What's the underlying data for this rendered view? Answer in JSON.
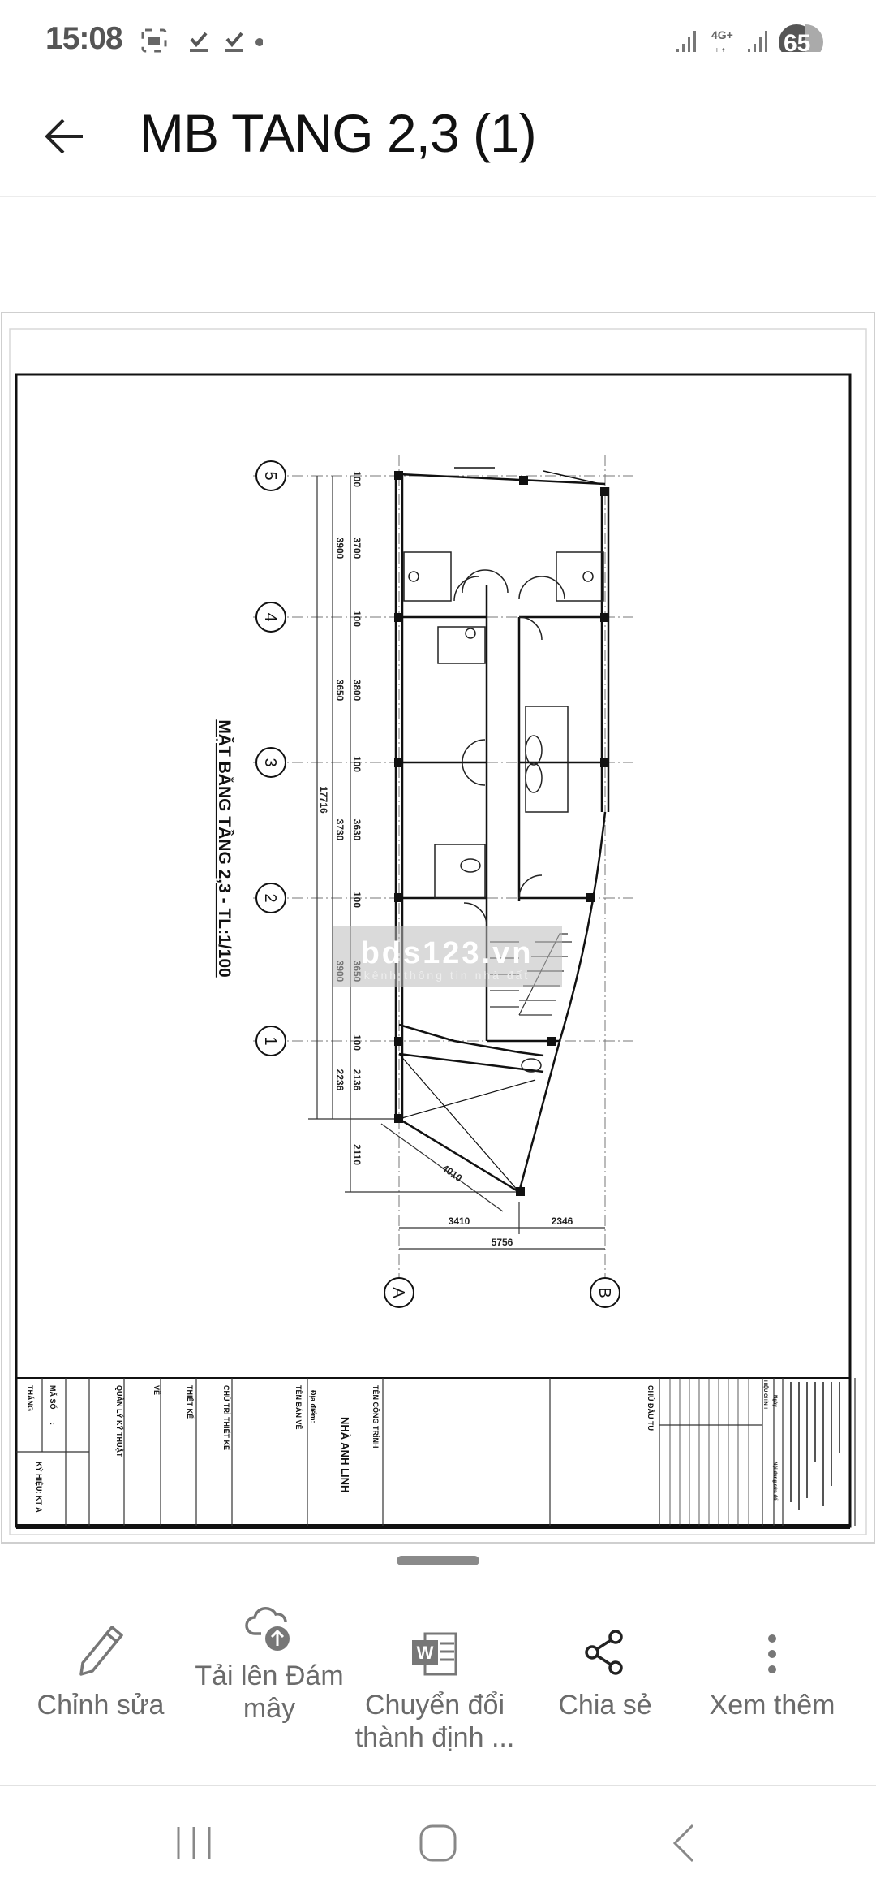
{
  "status_bar": {
    "time": "15:08",
    "network": "4G+",
    "battery": "65"
  },
  "header": {
    "title": "MB TANG 2,3 (1)"
  },
  "drawing": {
    "plan_title": "MẶT BẰNG TẦNG 2,3 - TL:1/100",
    "grid_rows": [
      "5",
      "4",
      "3",
      "2",
      "1"
    ],
    "grid_cols": [
      "A",
      "B"
    ],
    "dim_total": "17716",
    "dim_outer": [
      "3900",
      "3650",
      "3730",
      "3900",
      "2236"
    ],
    "dim_inner": [
      "100",
      "3700",
      "100",
      "3800",
      "100",
      "3630",
      "100",
      "3650",
      "100",
      "2136"
    ],
    "dim_extra": "2110",
    "dim_diag": "4010",
    "dim_bottom": [
      "3410",
      "2346",
      "5756"
    ],
    "watermark": "bds123.vn",
    "watermark_sub": "kênh thông tin nhà đất",
    "title_block": {
      "thang": "THÁNG",
      "ma_so": "MÃ SỐ",
      "colon": ":",
      "ky_hieu": "KÝ HIỆU: KT A",
      "quan_ly": "QUẢN LÝ KỸ THUẬT",
      "ve": "VẼ",
      "thiet_ke": "THIẾT KẾ",
      "chu_tri": "CHỦ TRÌ THIẾT KẾ",
      "ten_ban_ve": "TÊN BẢN VẼ",
      "dia_diem": "Địa điểm:",
      "project": "NHÀ ANH LINH",
      "ten_cong_trinh": "TÊN CÔNG TRÌNH",
      "chu_dau_tu": "CHỦ ĐẦU TƯ",
      "hieu_chinh": "HIỆU CHỈNH",
      "ngay": "Ngày",
      "noi_dung": "Nội dung sửa đổi"
    }
  },
  "actions": [
    {
      "label": "Chỉnh sửa",
      "icon": "pencil-icon"
    },
    {
      "label": "Tải lên Đám mây",
      "icon": "cloud-upload-icon"
    },
    {
      "label": "Chuyển đổi thành định ...",
      "icon": "word-icon"
    },
    {
      "label": "Chia sẻ",
      "icon": "share-icon"
    },
    {
      "label": "Xem thêm",
      "icon": "more-icon"
    }
  ]
}
